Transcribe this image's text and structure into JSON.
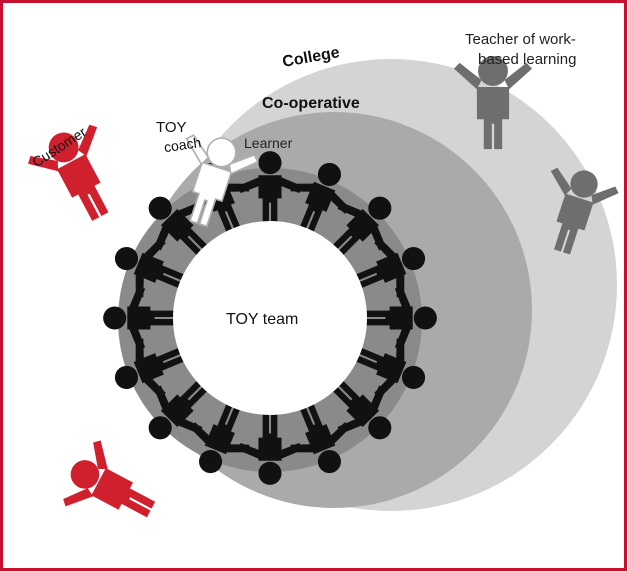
{
  "labels": {
    "college": "College",
    "cooperative": "Co-operative",
    "learner": "Learner",
    "toy_coach_line1": "TOY",
    "toy_coach_line2": "coach",
    "teacher_line1": "Teacher of work-",
    "teacher_line2": "based learning",
    "customer": "Customer",
    "toy_team": "TOY team"
  },
  "colors": {
    "frame_border": "#c8102e",
    "college_fill": "#d4d4d4",
    "cooperative_fill": "#aaaaaa",
    "learner_fill": "#8a8a8a",
    "figure_dark": "#111111",
    "figure_gray": "#6e6e6e",
    "figure_red": "#d0202e",
    "coach_fill": "#ffffff",
    "coach_stroke": "#b0b0b0"
  },
  "team_circle": {
    "figure_count": 16
  }
}
